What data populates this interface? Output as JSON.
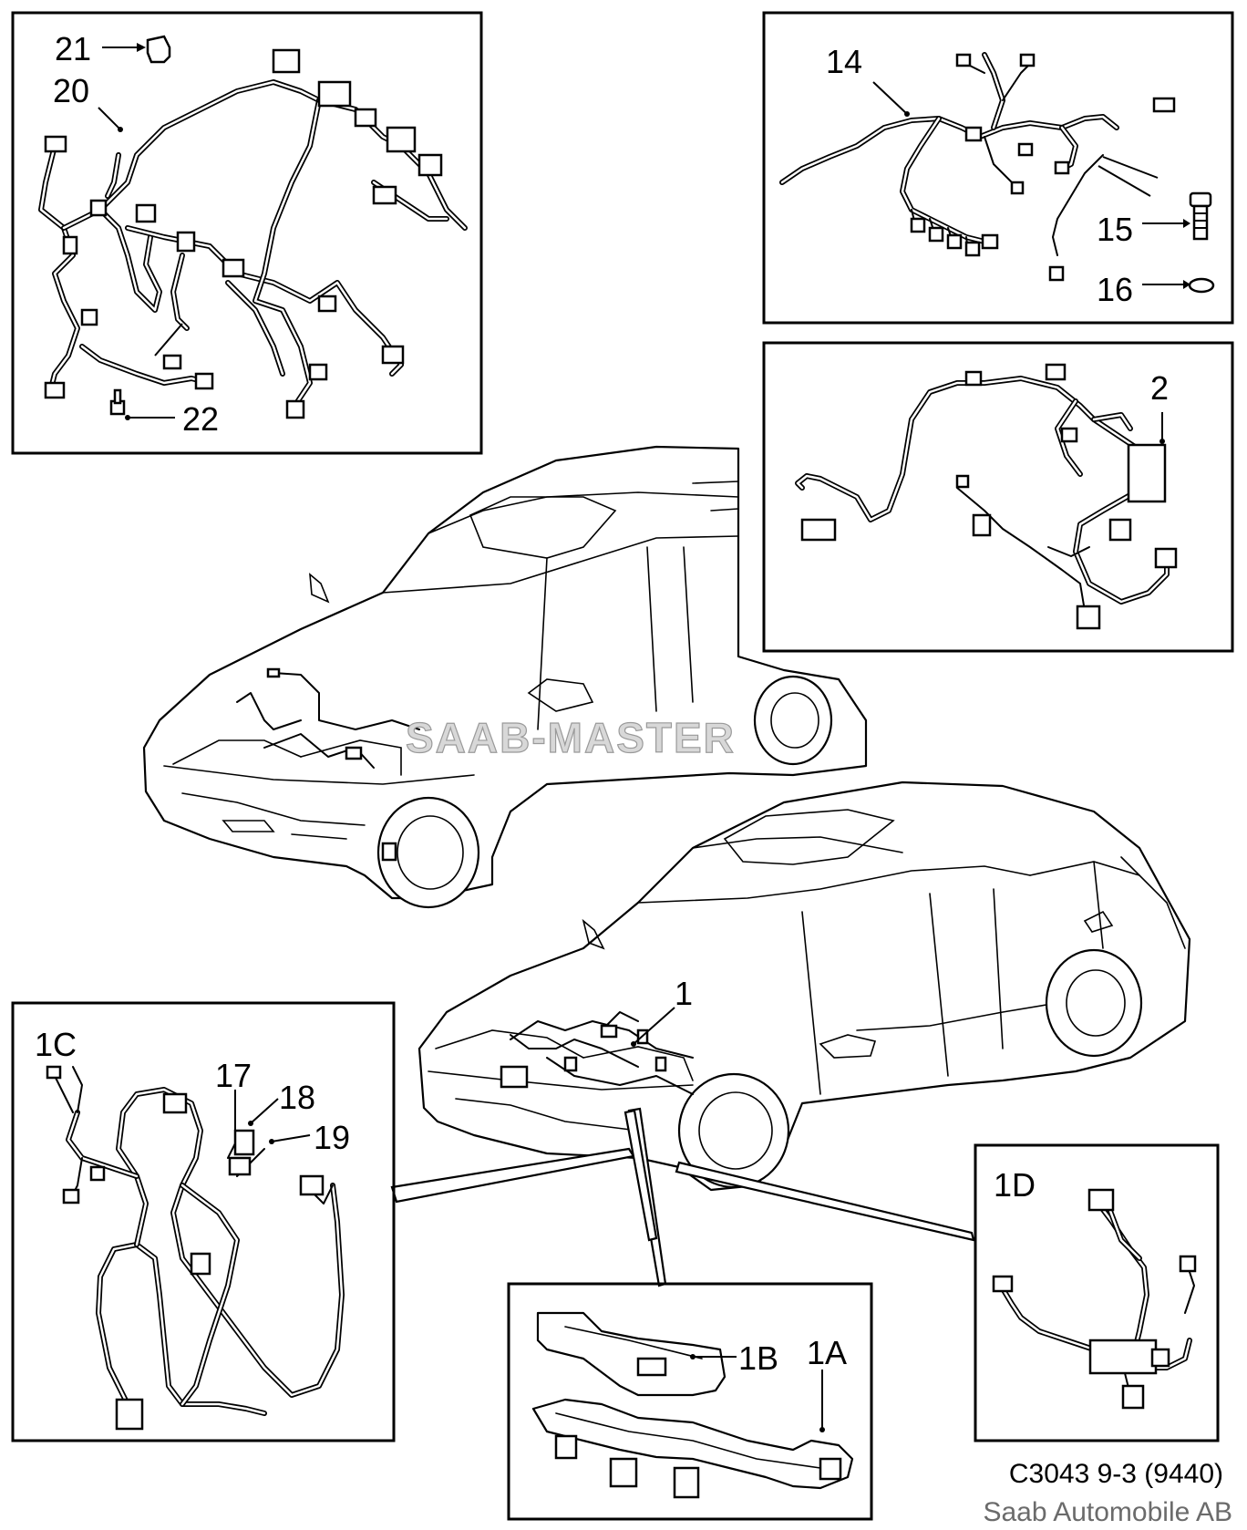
{
  "diagram": {
    "code": "C3043 9-3 (9440)",
    "copyright": "Saab Automobile AB",
    "watermark": "SAAB-MASTER"
  },
  "labels": {
    "p21": "21",
    "p20": "20",
    "p22": "22",
    "p14": "14",
    "p15": "15",
    "p16": "16",
    "p2": "2",
    "p1": "1",
    "p1C": "1C",
    "p17": "17",
    "p18": "18",
    "p19": "19",
    "p1B": "1B",
    "p1A": "1A",
    "p1D": "1D"
  }
}
